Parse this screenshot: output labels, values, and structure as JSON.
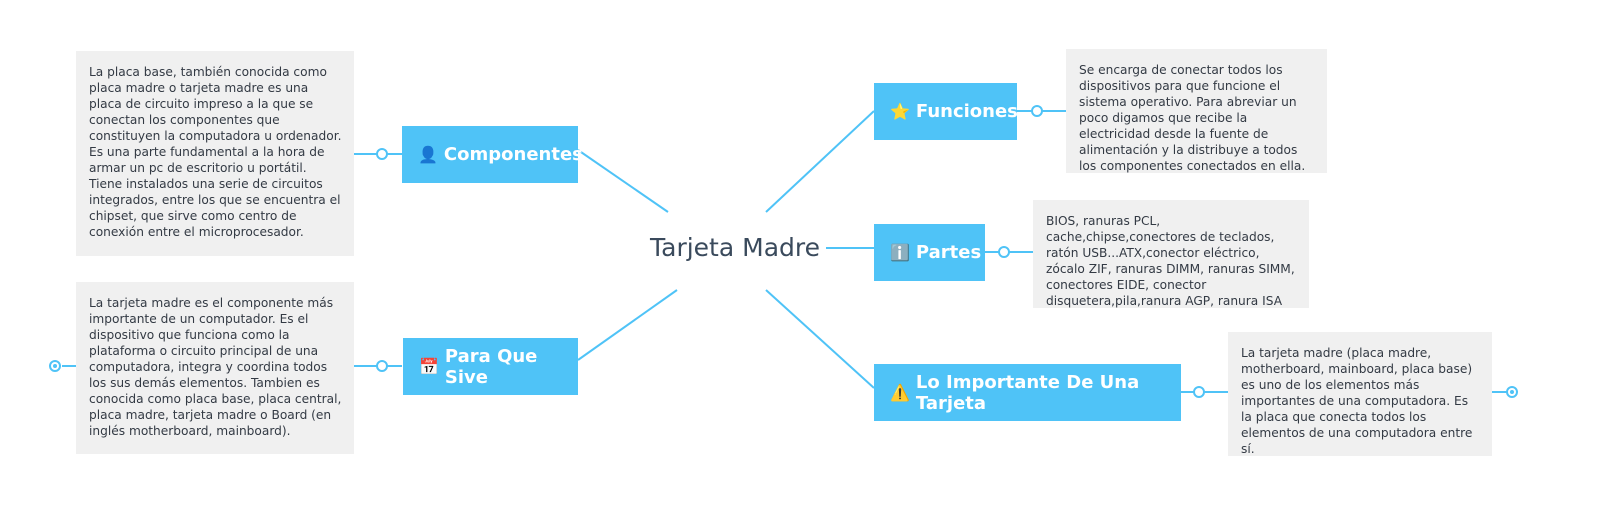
{
  "central": {
    "title": "Tarjeta Madre"
  },
  "topics": [
    {
      "id": "componentes",
      "icon": "👤",
      "icon_name": "person-icon",
      "label": "Componentes",
      "note": "La placa base, también conocida como placa madre o tarjeta madre es una placa de circuito impreso a la que se conectan los componentes que constituyen la computadora u ordenador. Es una parte fundamental a la hora de armar un pc de escritorio u portátil. Tiene instalados una serie de circuitos integrados, entre los que se encuentra el chipset, que sirve como centro de conexión entre el microprocesador."
    },
    {
      "id": "para-que-sive",
      "icon": "📅",
      "icon_name": "calendar-icon",
      "label": "Para Que Sive",
      "note": "La tarjeta madre es el componente más importante de un computador. Es el dispositivo que funciona como la plataforma o circuito principal de una computadora, integra y coordina todos los sus demás elementos. Tambien es conocida como placa base, placa central, placa madre, tarjeta madre o Board (en inglés motherboard, mainboard)."
    },
    {
      "id": "funciones",
      "icon": "⭐",
      "icon_name": "star-icon",
      "label": "Funciones",
      "note": "Se encarga de conectar todos los dispositivos para que funcione el sistema operativo. Para abreviar un poco digamos que recibe la electricidad desde la fuente de alimentación y la distribuye a todos los componentes conectados en ella."
    },
    {
      "id": "partes",
      "icon": "ℹ️",
      "icon_name": "info-icon",
      "label": "Partes",
      "note": "BIOS, ranuras PCL, cache,chipse,conectores de teclados, ratón USB...ATX,conector eléctrico, zócalo ZIF, ranuras DIMM, ranuras SIMM, conectores EIDE, conector disquetera,pila,ranura AGP, ranura ISA"
    },
    {
      "id": "lo-importante",
      "icon": "⚠️",
      "icon_name": "warning-icon",
      "label": "Lo Importante De Una Tarjeta",
      "note": "La tarjeta madre (placa madre, motherboard, mainboard, placa base) es uno de los elementos más importantes de una computadora. Es la placa que conecta todos los elementos de una computadora entre sí."
    }
  ],
  "colors": {
    "accent": "#4fc3f7",
    "note_bg": "#f0f0f0",
    "central_text": "#3a4a5c"
  }
}
